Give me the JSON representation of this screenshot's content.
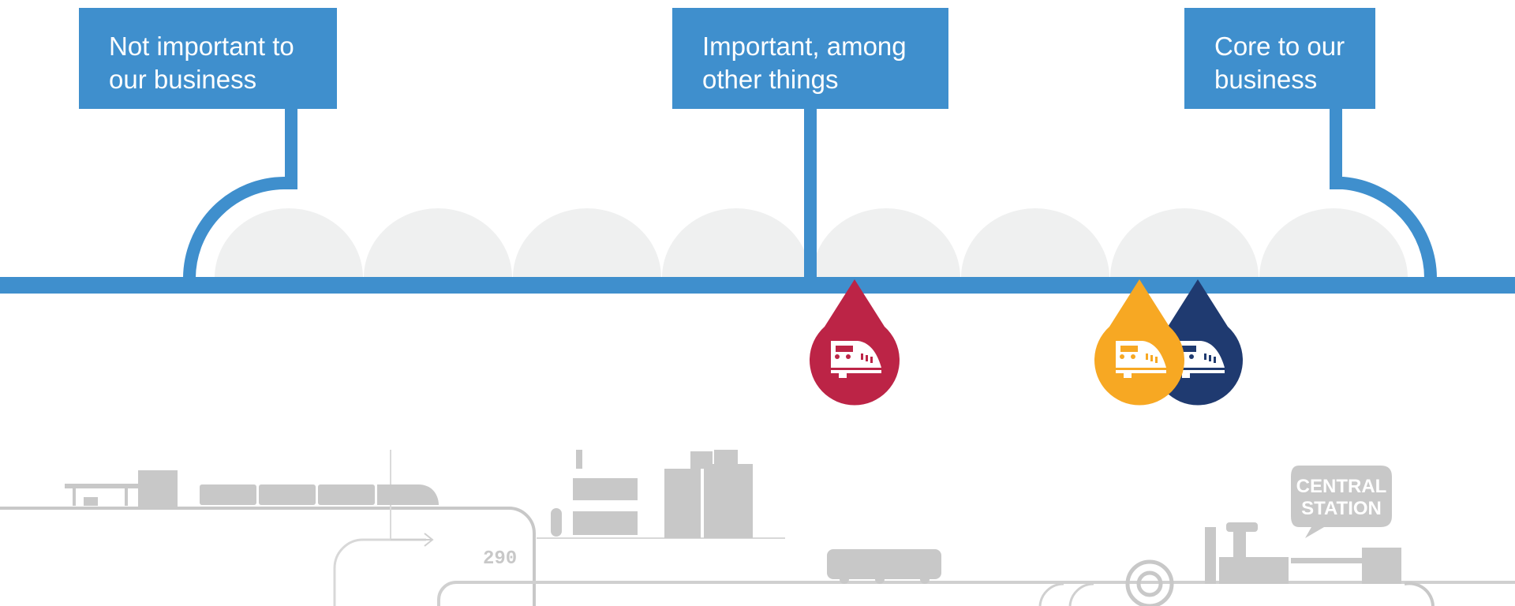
{
  "labels": [
    {
      "id": "left",
      "text_line1": "Not important to",
      "text_line2": "our business"
    },
    {
      "id": "middle",
      "text_line1": "Important, among",
      "text_line2": "other things"
    },
    {
      "id": "right",
      "text_line1": "Core to our",
      "text_line2": "business"
    }
  ],
  "markers": [
    {
      "id": "marker-red",
      "color": "#bc2446",
      "icon": "train-icon"
    },
    {
      "id": "marker-orange",
      "color": "#f7a823",
      "icon": "train-icon"
    },
    {
      "id": "marker-navy",
      "color": "#1f3a70",
      "icon": "train-icon"
    }
  ],
  "background": {
    "route_number": "290",
    "station_sign_line1": "CENTRAL",
    "station_sign_line2": "STATION"
  },
  "colors": {
    "accent": "#3f8fcd",
    "dome": "#eff0f0",
    "scenery": "#c8c8c8"
  }
}
